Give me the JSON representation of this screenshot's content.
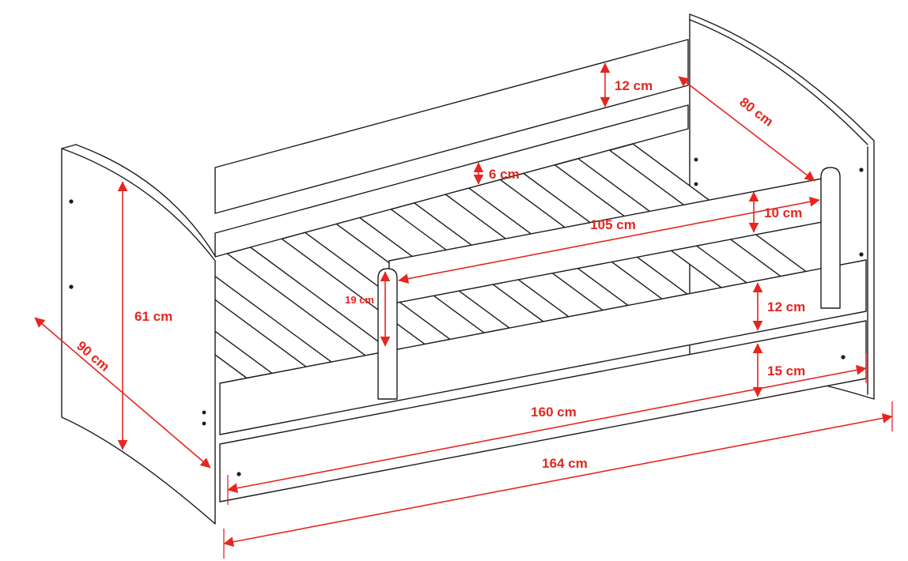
{
  "colors": {
    "outline": "#1c1c1c",
    "dimension": "#e5261f",
    "background": "#ffffff"
  },
  "unit": "cm",
  "dimensions": {
    "back_rail_height": {
      "label": "12 cm",
      "value": 12,
      "unit": "cm"
    },
    "bed_width": {
      "label": "80 cm",
      "value": 80,
      "unit": "cm"
    },
    "slat_frame_height": {
      "label": "6 cm",
      "value": 6,
      "unit": "cm"
    },
    "guard_rail_height": {
      "label": "10 cm",
      "value": 10,
      "unit": "cm"
    },
    "guard_rail_length": {
      "label": "105 cm",
      "value": 105,
      "unit": "cm"
    },
    "guard_rail_clearance": {
      "label": "19 cm",
      "value": 19,
      "unit": "cm"
    },
    "side_rail_height": {
      "label": "12 cm",
      "value": 12,
      "unit": "cm"
    },
    "drawer_height": {
      "label": "15 cm",
      "value": 15,
      "unit": "cm"
    },
    "headboard_height": {
      "label": "61 cm",
      "value": 61,
      "unit": "cm"
    },
    "bed_depth": {
      "label": "90 cm",
      "value": 90,
      "unit": "cm"
    },
    "inner_length": {
      "label": "160 cm",
      "value": 160,
      "unit": "cm"
    },
    "total_length": {
      "label": "164 cm",
      "value": 164,
      "unit": "cm"
    }
  }
}
